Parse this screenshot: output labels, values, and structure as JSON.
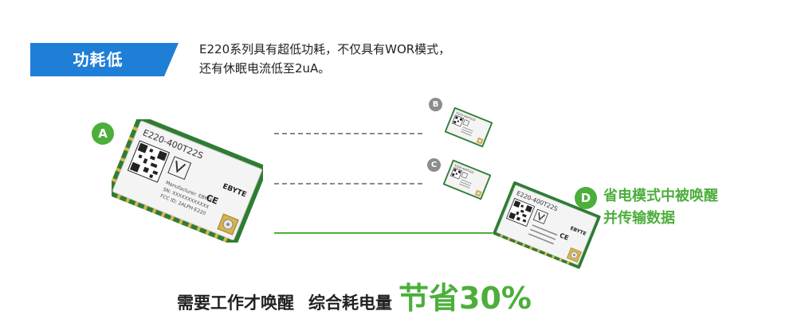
{
  "banner": {
    "title": "功耗低",
    "color": "#1f7fd6"
  },
  "description": {
    "line1": "E220系列具有超低功耗，不仅具有WOR模式，",
    "line2": "还有休眠电流低至2uA。"
  },
  "badges": {
    "a": "A",
    "b": "B",
    "c": "C",
    "d": "D"
  },
  "d_caption": {
    "line1": "省电模式中被唤醒",
    "line2": "并传输数据"
  },
  "module": {
    "model": "E220-400T22S",
    "manufacturer": "Manufacturer: EBYTE",
    "serial": "SN: XXXXXXXXXXXX",
    "fcc": "FCC ID: 2ALPH-E220",
    "brand": "EBYTE",
    "ce_mark": "CE"
  },
  "bottom": {
    "part1": "需要工作才唤醒",
    "part2": "综合耗电量",
    "part3": "节省30%"
  },
  "colors": {
    "accent_green": "#4dae3b",
    "banner_blue": "#1f7fd6",
    "badge_gray": "#8c8c8c"
  }
}
